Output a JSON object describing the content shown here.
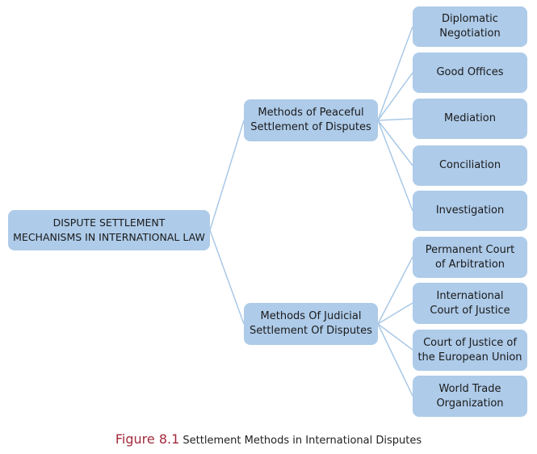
{
  "root": "DISPUTE SETTLEMENT\nMECHANISMS IN INTERNATIONAL LAW",
  "branches": [
    {
      "label": "Methods of Peaceful\nSettlement of Disputes",
      "children": [
        "Diplomatic\nNegotiation",
        "Good Offices",
        "Mediation",
        "Conciliation",
        "Investigation"
      ]
    },
    {
      "label": "Methods Of Judicial\nSettlement Of Disputes",
      "children": [
        "Permanent Court\nof Arbitration",
        "International\nCourt of Justice",
        "Court of Justice of\nthe European Union",
        "World Trade\nOrganization"
      ]
    }
  ],
  "caption": {
    "figure": "Figure 8.1",
    "text": "Settlement Methods in International Disputes"
  },
  "colors": {
    "box": "#aecbe9",
    "line": "#a9c8e6",
    "figure": "#a32a3c"
  }
}
